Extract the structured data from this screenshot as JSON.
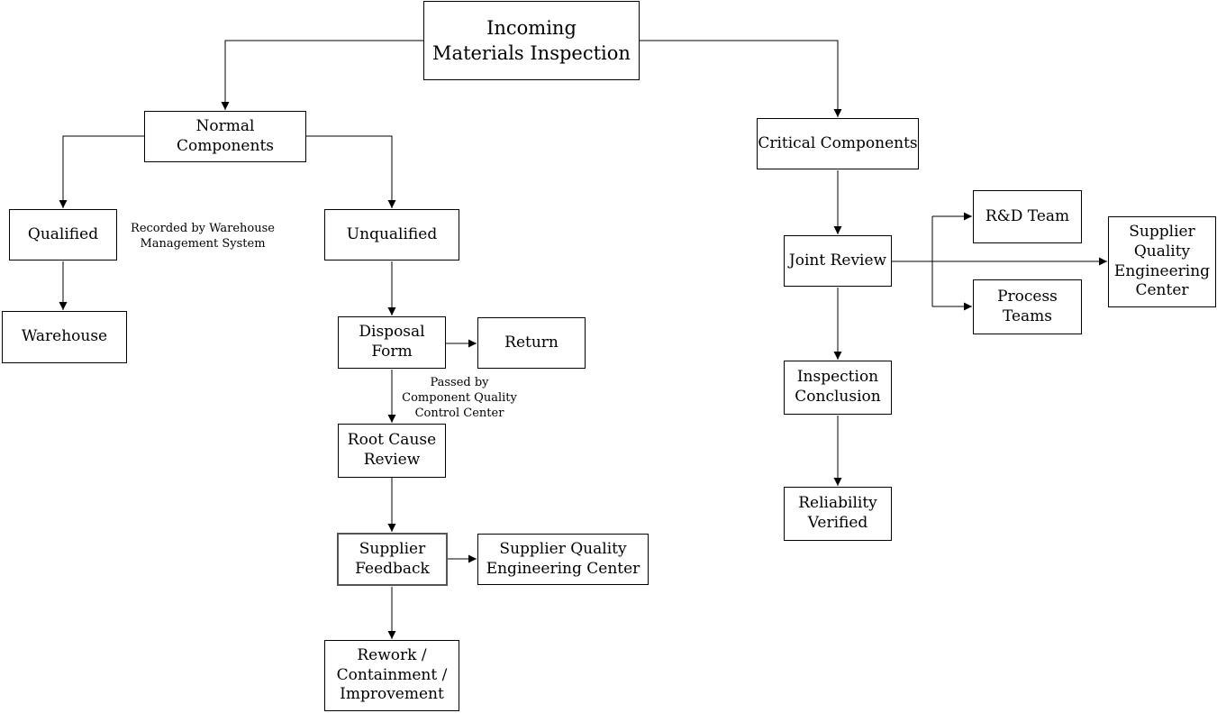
{
  "diagram": {
    "nodes": {
      "title": "Incoming\nMaterials Inspection",
      "normal": "Normal Components",
      "qualified": "Qualified",
      "warehouse": "Warehouse",
      "unqualified": "Unqualified",
      "disposal_form": "Disposal\nForm",
      "return": "Return",
      "root_cause": "Root Cause\nReview",
      "supplier_feedback": "Supplier\nFeedback",
      "sqec_mid": "Supplier Quality\nEngineering Center",
      "rework": "Rework /\nContainment /\nImprovement",
      "critical": "Critical Components",
      "joint_review": "Joint Review",
      "rd_team": "R&D Team",
      "process_teams": "Process\nTeams",
      "sqec_right": "Supplier\nQuality\nEngineering\nCenter",
      "inspection_conclusion": "Inspection\nConclusion",
      "reliability_verified": "Reliability\nVerified"
    },
    "annotations": {
      "recorded_by": "Recorded by Warehouse\nManagement System",
      "passed_by": "Passed by\nComponent Quality\nControl Center"
    },
    "colors": {
      "background": "#ffffff",
      "line": "#000000",
      "text": "#000000",
      "highlight_border": "#545454"
    }
  }
}
